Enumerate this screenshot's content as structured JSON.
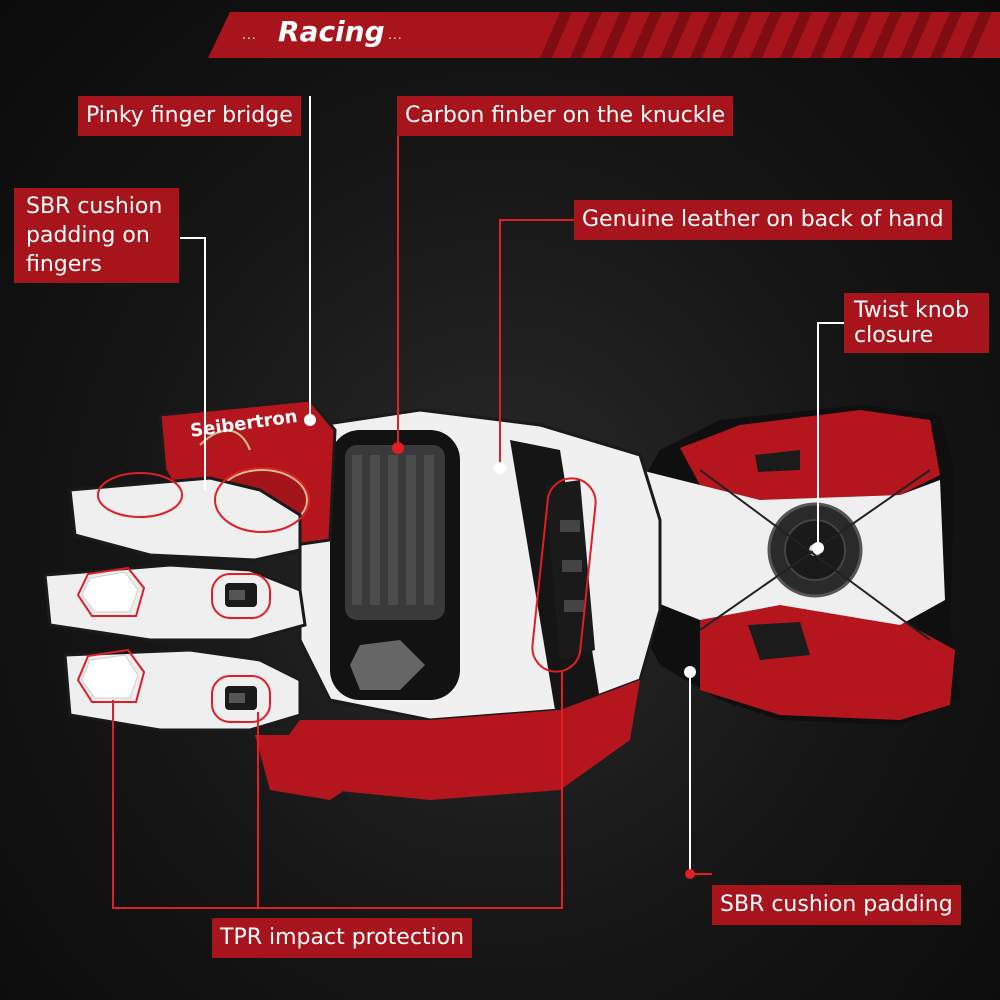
{
  "banner": {
    "title": "Racing",
    "dots_left": "...",
    "dots_right": "..."
  },
  "glove": {
    "brand": "Seibertron"
  },
  "callouts": {
    "pinky_bridge": "Pinky finger bridge",
    "carbon_knuckle": "Carbon finber on the knuckle",
    "sbr_fingers_l1": "SBR cushion",
    "sbr_fingers_l2": "padding on",
    "sbr_fingers_l3": "fingers",
    "genuine_leather": "Genuine leather on back of hand",
    "twist_knob_l1": "Twist knob",
    "twist_knob_l2": "closure",
    "sbr_padding": "SBR cushion padding",
    "tpr_impact": "TPR impact protection"
  },
  "colors": {
    "accent": "#a8141c",
    "line": "#e01e26",
    "background": "#141414",
    "glove_white": "#f2f2f2",
    "glove_red": "#b5161e"
  }
}
